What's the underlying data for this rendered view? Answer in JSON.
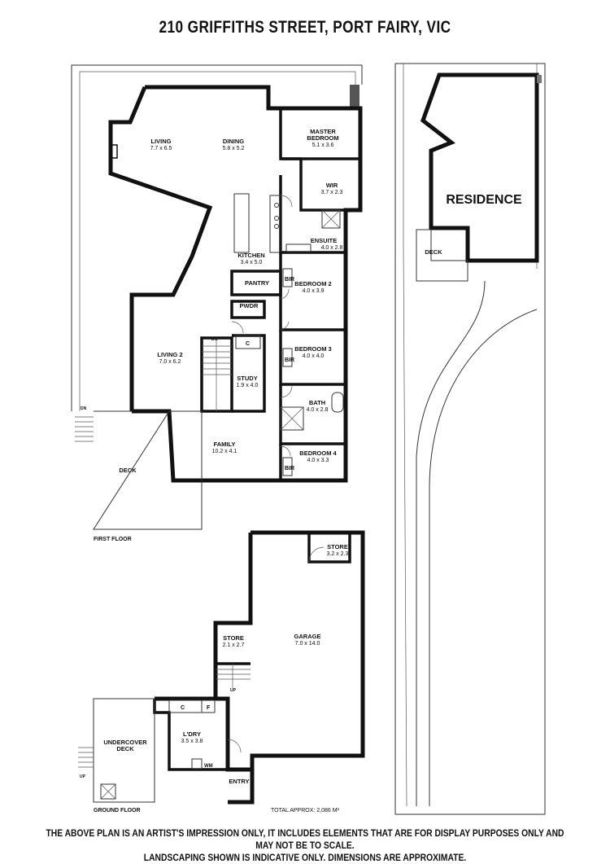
{
  "title": "210 GRIFFITHS STREET, PORT FAIRY, VIC",
  "first_floor": {
    "label": "FIRST FLOOR",
    "rooms": [
      {
        "name": "LIVING",
        "dims": "7.7 x 6.5"
      },
      {
        "name": "DINING",
        "dims": "5.8 x 5.2"
      },
      {
        "name": "MASTER",
        "name2": "BEDROOM",
        "dims": "5.1 x 3.6"
      },
      {
        "name": "WIR",
        "dims": "3.7 x 2.3"
      },
      {
        "name": "ENSUITE",
        "dims": "4.0 x 2.8"
      },
      {
        "name": "KITCHEN",
        "dims": "3.4 x 5.0"
      },
      {
        "name": "PANTRY"
      },
      {
        "name": "BEDROOM 2",
        "dims": "4.0 x 3.9"
      },
      {
        "name": "PWDR"
      },
      {
        "name": "BEDROOM 3",
        "dims": "4.0 x 4.0"
      },
      {
        "name": "LIVING 2",
        "dims": "7.0 x 6.2"
      },
      {
        "name": "STUDY",
        "dims": "1.9 x 4.0"
      },
      {
        "name": "BATH",
        "dims": "4.0 x 2.8"
      },
      {
        "name": "FAMILY",
        "dims": "10.2 x 4.1"
      },
      {
        "name": "BEDROOM 4",
        "dims": "4.0 x 3.3"
      },
      {
        "name": "DECK"
      }
    ],
    "marks": {
      "bir": "BIR",
      "c": "C",
      "dn": "DN"
    }
  },
  "ground_floor": {
    "label": "GROUND FLOOR",
    "rooms": [
      {
        "name": "STORE",
        "dims": "3.2 x 2.3"
      },
      {
        "name": "STORE",
        "dims": "2.1 x 2.7"
      },
      {
        "name": "GARAGE",
        "dims": "7.0 x 14.0"
      },
      {
        "name": "L'DRY",
        "dims": "3.5 x 3.8"
      },
      {
        "name": "UNDERCOVER",
        "name2": "DECK"
      },
      {
        "name": "ENTRY"
      }
    ],
    "marks": {
      "c": "C",
      "f": "F",
      "wm": "WM",
      "up": "UP"
    }
  },
  "site": {
    "residence": "RESIDENCE",
    "deck": "DECK"
  },
  "total_area": "TOTAL APPROX: 2,086 M²",
  "disclaimer": {
    "line1": "THE ABOVE PLAN IS AN ARTIST'S IMPRESSION ONLY, IT INCLUDES ELEMENTS THAT ARE FOR DISPLAY PURPOSES ONLY AND MAY NOT BE TO SCALE.",
    "line2": "LANDSCAPING SHOWN IS INDICATIVE ONLY. DIMENSIONS ARE APPROXIMATE."
  }
}
